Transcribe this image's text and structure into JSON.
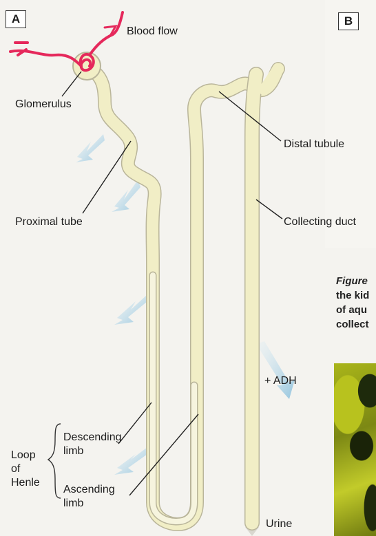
{
  "panels": {
    "a": "A",
    "b": "B"
  },
  "labels": {
    "blood_flow": "Blood flow",
    "glomerulus": "Glomerulus",
    "proximal_tube": "Proximal tube",
    "distal_tubule": "Distal tubule",
    "collecting_duct": "Collecting duct",
    "adh": "+ ADH",
    "descending_limb_1": "Descending",
    "descending_limb_2": "limb",
    "ascending_limb_1": "Ascending",
    "ascending_limb_2": "limb",
    "loop_1": "Loop",
    "loop_2": "of",
    "loop_3": "Henle",
    "urine": "Urine"
  },
  "caption_fragment": {
    "line1": "Figure",
    "line2": "the kid",
    "line3": "of aqu",
    "line4": "collect"
  },
  "colors": {
    "tubule_fill": "#f1eec6",
    "tubule_edge": "#b9b59a",
    "blood": "#e5285b",
    "water_arrow": "#a9cfe3",
    "background": "#f4f3ef"
  }
}
